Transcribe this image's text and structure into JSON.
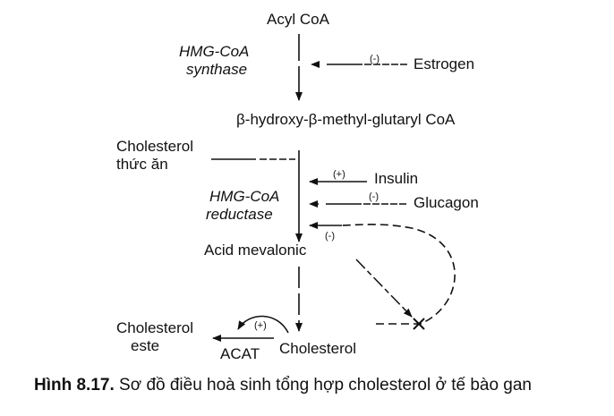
{
  "nodes": {
    "acyl_coa": "Acyl CoA",
    "hmg_coa": "β-hydroxy-β-methyl-glutaryl CoA",
    "acid_mevalonic": "Acid mevalonic",
    "cholesterol": "Cholesterol",
    "cholesterol_diet_line1": "Cholesterol",
    "cholesterol_diet_line2": "thức ăn",
    "cholesterol_ester_line1": "Cholesterol",
    "cholesterol_ester_line2": "este"
  },
  "enzymes": {
    "synthase_line1": "HMG-CoA",
    "synthase_line2": "synthase",
    "reductase_line1": "HMG-CoA",
    "reductase_line2": "reductase",
    "acat": "ACAT"
  },
  "regulators": {
    "estrogen": "Estrogen",
    "insulin": "Insulin",
    "glucagon": "Glucagon"
  },
  "signs": {
    "estrogen": "(-)",
    "insulin": "(+)",
    "glucagon": "(-)",
    "feedback": "(-)",
    "acat": "(+)"
  },
  "caption": {
    "label": "Hình 8.17.",
    "text": " Sơ đồ điều hoà sinh tổng hợp cholesterol ở tế bào gan"
  }
}
